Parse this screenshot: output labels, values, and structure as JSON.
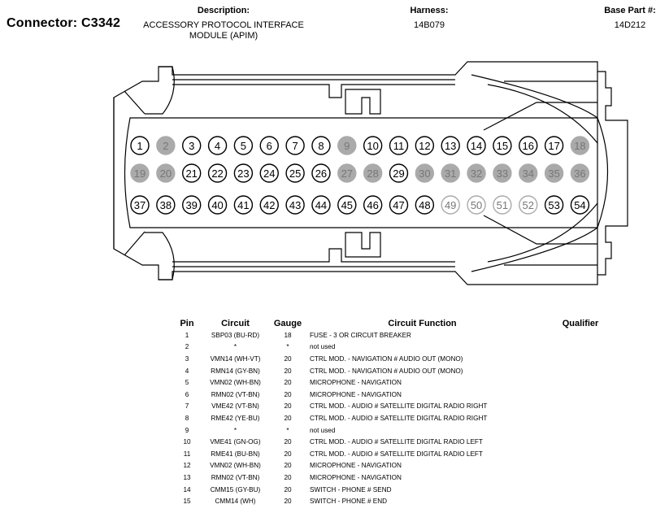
{
  "header": {
    "connector_label": "Connector: C3342",
    "description_label": "Description:",
    "description_line1": "ACCESSORY PROTOCOL INTERFACE",
    "description_line2": "MODULE (APIM)",
    "harness_label": "Harness:",
    "harness_value": "14B079",
    "base_part_label": "Base Part #:",
    "base_part_value": "14D212"
  },
  "colors": {
    "populated": "#ffffff",
    "empty": "#aaaaaa",
    "empty_text": "#777777",
    "line": "#000000"
  },
  "pins": [
    {
      "n": "1",
      "state": "populated"
    },
    {
      "n": "2",
      "state": "empty"
    },
    {
      "n": "3",
      "state": "populated"
    },
    {
      "n": "4",
      "state": "populated"
    },
    {
      "n": "5",
      "state": "populated"
    },
    {
      "n": "6",
      "state": "populated"
    },
    {
      "n": "7",
      "state": "populated"
    },
    {
      "n": "8",
      "state": "populated"
    },
    {
      "n": "9",
      "state": "empty"
    },
    {
      "n": "10",
      "state": "populated"
    },
    {
      "n": "11",
      "state": "populated"
    },
    {
      "n": "12",
      "state": "populated"
    },
    {
      "n": "13",
      "state": "populated"
    },
    {
      "n": "14",
      "state": "populated"
    },
    {
      "n": "15",
      "state": "populated"
    },
    {
      "n": "16",
      "state": "populated"
    },
    {
      "n": "17",
      "state": "populated"
    },
    {
      "n": "18",
      "state": "empty"
    },
    {
      "n": "19",
      "state": "empty"
    },
    {
      "n": "20",
      "state": "empty"
    },
    {
      "n": "21",
      "state": "populated"
    },
    {
      "n": "22",
      "state": "populated"
    },
    {
      "n": "23",
      "state": "populated"
    },
    {
      "n": "24",
      "state": "populated"
    },
    {
      "n": "25",
      "state": "populated"
    },
    {
      "n": "26",
      "state": "populated"
    },
    {
      "n": "27",
      "state": "empty"
    },
    {
      "n": "28",
      "state": "empty"
    },
    {
      "n": "29",
      "state": "populated"
    },
    {
      "n": "30",
      "state": "empty"
    },
    {
      "n": "31",
      "state": "empty"
    },
    {
      "n": "32",
      "state": "empty"
    },
    {
      "n": "33",
      "state": "empty"
    },
    {
      "n": "34",
      "state": "empty"
    },
    {
      "n": "35",
      "state": "empty"
    },
    {
      "n": "36",
      "state": "empty"
    },
    {
      "n": "37",
      "state": "populated"
    },
    {
      "n": "38",
      "state": "populated"
    },
    {
      "n": "39",
      "state": "populated"
    },
    {
      "n": "40",
      "state": "populated"
    },
    {
      "n": "41",
      "state": "populated"
    },
    {
      "n": "42",
      "state": "populated"
    },
    {
      "n": "43",
      "state": "populated"
    },
    {
      "n": "44",
      "state": "populated"
    },
    {
      "n": "45",
      "state": "populated"
    },
    {
      "n": "46",
      "state": "populated"
    },
    {
      "n": "47",
      "state": "populated"
    },
    {
      "n": "48",
      "state": "populated"
    },
    {
      "n": "49",
      "state": "outline-gray"
    },
    {
      "n": "50",
      "state": "outline-gray"
    },
    {
      "n": "51",
      "state": "outline-gray"
    },
    {
      "n": "52",
      "state": "outline-gray"
    },
    {
      "n": "53",
      "state": "populated"
    },
    {
      "n": "54",
      "state": "populated"
    }
  ],
  "table": {
    "headers": {
      "pin": "Pin",
      "circuit": "Circuit",
      "gauge": "Gauge",
      "function": "Circuit Function",
      "qualifier": "Qualifier"
    },
    "rows": [
      {
        "pin": "1",
        "circuit": "SBP03 (BU-RD)",
        "gauge": "18",
        "function": "FUSE - 3 OR CIRCUIT BREAKER",
        "qualifier": ""
      },
      {
        "pin": "2",
        "circuit": "*",
        "gauge": "*",
        "function": "not used",
        "qualifier": ""
      },
      {
        "pin": "3",
        "circuit": "VMN14 (WH-VT)",
        "gauge": "20",
        "function": "CTRL MOD. - NAVIGATION # AUDIO OUT (MONO)",
        "qualifier": ""
      },
      {
        "pin": "4",
        "circuit": "RMN14 (GY-BN)",
        "gauge": "20",
        "function": "CTRL MOD. - NAVIGATION # AUDIO OUT (MONO)",
        "qualifier": ""
      },
      {
        "pin": "5",
        "circuit": "VMN02 (WH-BN)",
        "gauge": "20",
        "function": "MICROPHONE - NAVIGATION",
        "qualifier": ""
      },
      {
        "pin": "6",
        "circuit": "RMN02 (VT-BN)",
        "gauge": "20",
        "function": "MICROPHONE - NAVIGATION",
        "qualifier": ""
      },
      {
        "pin": "7",
        "circuit": "VME42 (VT-BN)",
        "gauge": "20",
        "function": "CTRL MOD. - AUDIO # SATELLITE DIGITAL RADIO RIGHT",
        "qualifier": ""
      },
      {
        "pin": "8",
        "circuit": "RME42 (YE-BU)",
        "gauge": "20",
        "function": "CTRL MOD. - AUDIO # SATELLITE DIGITAL RADIO RIGHT",
        "qualifier": ""
      },
      {
        "pin": "9",
        "circuit": "*",
        "gauge": "*",
        "function": "not used",
        "qualifier": ""
      },
      {
        "pin": "10",
        "circuit": "VME41 (GN-OG)",
        "gauge": "20",
        "function": "CTRL MOD. - AUDIO # SATELLITE DIGITAL RADIO LEFT",
        "qualifier": ""
      },
      {
        "pin": "11",
        "circuit": "RME41 (BU-BN)",
        "gauge": "20",
        "function": "CTRL MOD. - AUDIO # SATELLITE DIGITAL RADIO LEFT",
        "qualifier": ""
      },
      {
        "pin": "12",
        "circuit": "VMN02 (WH-BN)",
        "gauge": "20",
        "function": "MICROPHONE - NAVIGATION",
        "qualifier": ""
      },
      {
        "pin": "13",
        "circuit": "RMN02 (VT-BN)",
        "gauge": "20",
        "function": "MICROPHONE - NAVIGATION",
        "qualifier": ""
      },
      {
        "pin": "14",
        "circuit": "CMM15 (GY-BU)",
        "gauge": "20",
        "function": "SWITCH - PHONE # SEND",
        "qualifier": ""
      },
      {
        "pin": "15",
        "circuit": "CMM14 (WH)",
        "gauge": "20",
        "function": "SWITCH - PHONE # END",
        "qualifier": ""
      }
    ]
  }
}
